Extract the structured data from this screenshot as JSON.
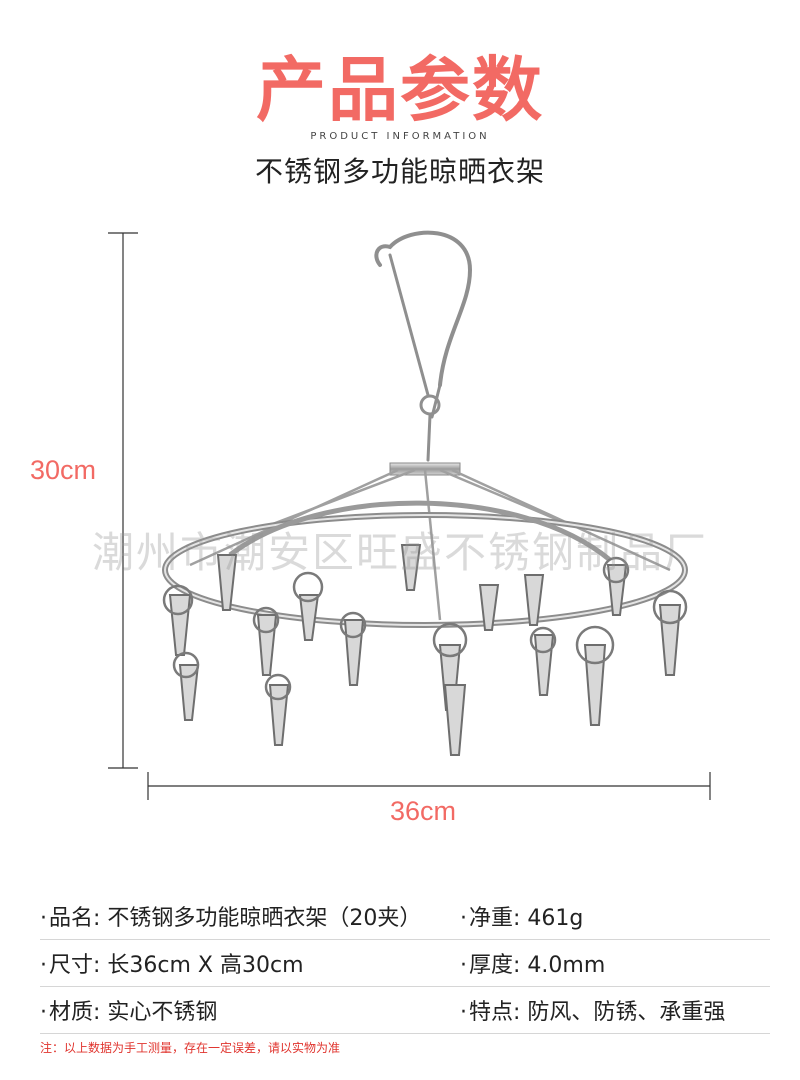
{
  "header": {
    "title": "产品参数",
    "subtitle_en": "PRODUCT INFORMATION",
    "product_name": "不锈钢多功能晾晒衣架"
  },
  "watermark": "潮州市潮安区旺盛不锈钢制品厂",
  "dimensions": {
    "height": "30cm",
    "width": "36cm"
  },
  "specs": [
    {
      "left": {
        "label": "品名:",
        "value": "不锈钢多功能晾晒衣架（20夹）"
      },
      "right": {
        "label": "净重:",
        "value": "461g"
      }
    },
    {
      "left": {
        "label": "尺寸:",
        "value": "长36cm X 高30cm"
      },
      "right": {
        "label": "厚度:",
        "value": "4.0mm"
      }
    },
    {
      "left": {
        "label": "材质:",
        "value": "实心不锈钢"
      },
      "right": {
        "label": "特点:",
        "value": "防风、防锈、承重强"
      }
    }
  ],
  "note": "注：以上数据为手工测量，存在一定误差，请以实物为准",
  "colors": {
    "accent": "#f26a64",
    "note": "#e0342e"
  }
}
